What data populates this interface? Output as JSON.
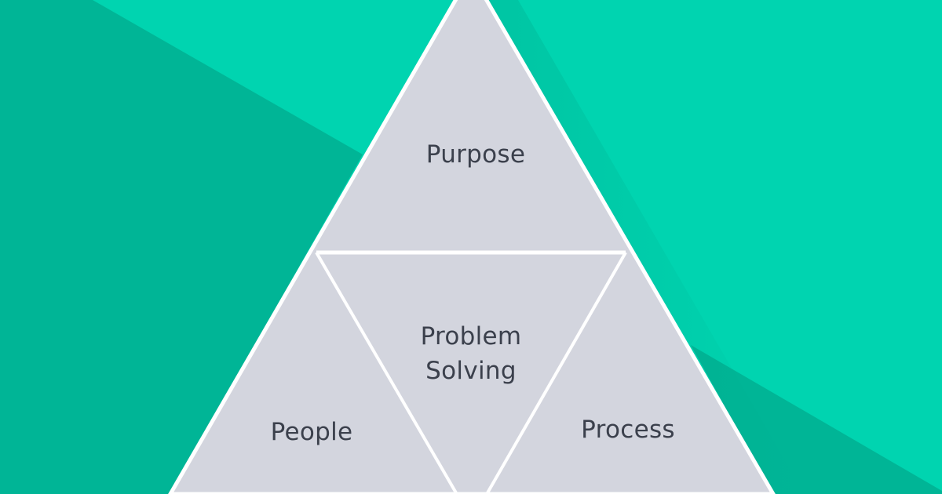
{
  "diagram": {
    "type": "triangle-framework",
    "colors": {
      "background_light": "#00d4b0",
      "background_dark": "#00b596",
      "triangle_fill": "#d3d5de",
      "divider": "#ffffff",
      "text": "#3b404c"
    },
    "sections": {
      "top": {
        "label": "Purpose"
      },
      "center": {
        "line1": "Problem",
        "line2": "Solving"
      },
      "bottom_left": {
        "label": "People"
      },
      "bottom_right": {
        "label": "Process"
      }
    }
  }
}
